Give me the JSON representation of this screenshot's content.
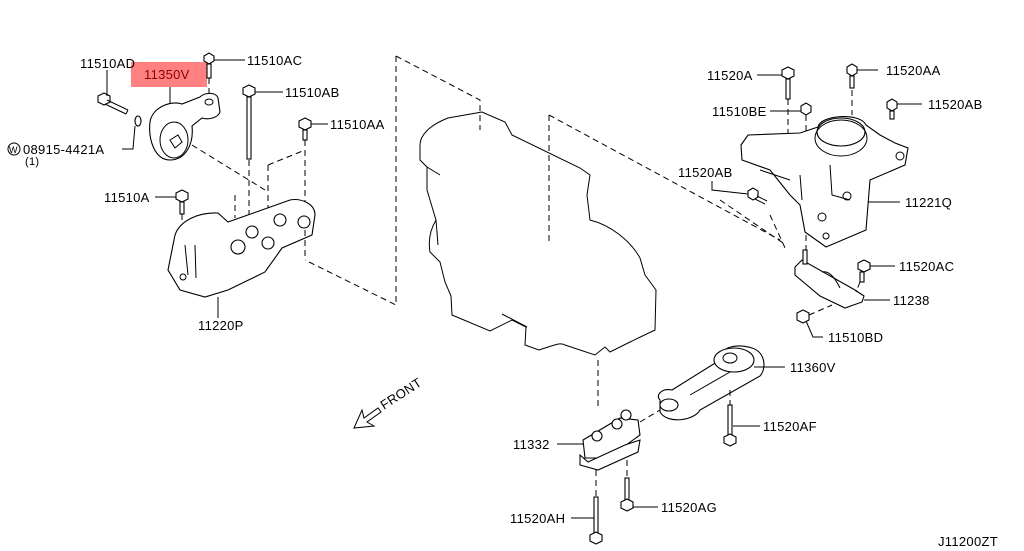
{
  "diagram": {
    "title_code": "J11200ZT",
    "highlight_color": "#ff8080",
    "highlighted_part": "11350V",
    "front_indicator": "FRONT",
    "callouts": [
      {
        "id": "c-11510AD",
        "label": "11510AD"
      },
      {
        "id": "c-11350V",
        "label": "11350V"
      },
      {
        "id": "c-11510AC",
        "label": "11510AC"
      },
      {
        "id": "c-11510AB",
        "label": "11510AB"
      },
      {
        "id": "c-11510AA",
        "label": "11510AA"
      },
      {
        "id": "c-08915",
        "label": "08915-4421A",
        "prefix_symbol": "W",
        "quantity": "(1)"
      },
      {
        "id": "c-11510A",
        "label": "11510A"
      },
      {
        "id": "c-11220P",
        "label": "11220P"
      },
      {
        "id": "c-11520A",
        "label": "11520A"
      },
      {
        "id": "c-11520AA",
        "label": "11520AA"
      },
      {
        "id": "c-11510BE",
        "label": "11510BE"
      },
      {
        "id": "c-11520AB-top",
        "label": "11520AB"
      },
      {
        "id": "c-11520AB-left",
        "label": "11520AB"
      },
      {
        "id": "c-11221Q",
        "label": "11221Q"
      },
      {
        "id": "c-11520AC",
        "label": "11520AC"
      },
      {
        "id": "c-11238",
        "label": "11238"
      },
      {
        "id": "c-11510BD",
        "label": "11510BD"
      },
      {
        "id": "c-11360V",
        "label": "11360V"
      },
      {
        "id": "c-11520AF",
        "label": "11520AF"
      },
      {
        "id": "c-11332",
        "label": "11332"
      },
      {
        "id": "c-11520AH",
        "label": "11520AH"
      },
      {
        "id": "c-11520AG",
        "label": "11520AG"
      }
    ]
  }
}
